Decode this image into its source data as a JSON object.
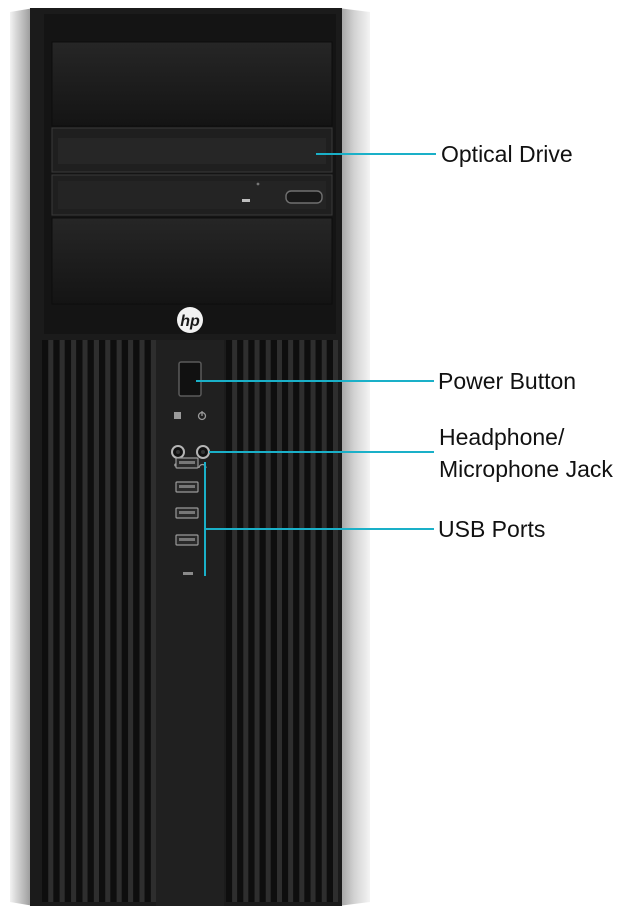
{
  "brand": {
    "logo_text": "hp"
  },
  "callouts": {
    "optical_drive": "Optical Drive",
    "power_button": "Power Button",
    "audio_jack_line1": "Headphone/",
    "audio_jack_line2": "Microphone Jack",
    "usb_ports": "USB Ports"
  },
  "colors": {
    "leader_line": "#1ab0c8",
    "chassis_silver": "#c9c9c9",
    "front_panel": "#1c1c1c"
  },
  "counts": {
    "usb_ports": 4,
    "optical_drive_bays": 2
  }
}
